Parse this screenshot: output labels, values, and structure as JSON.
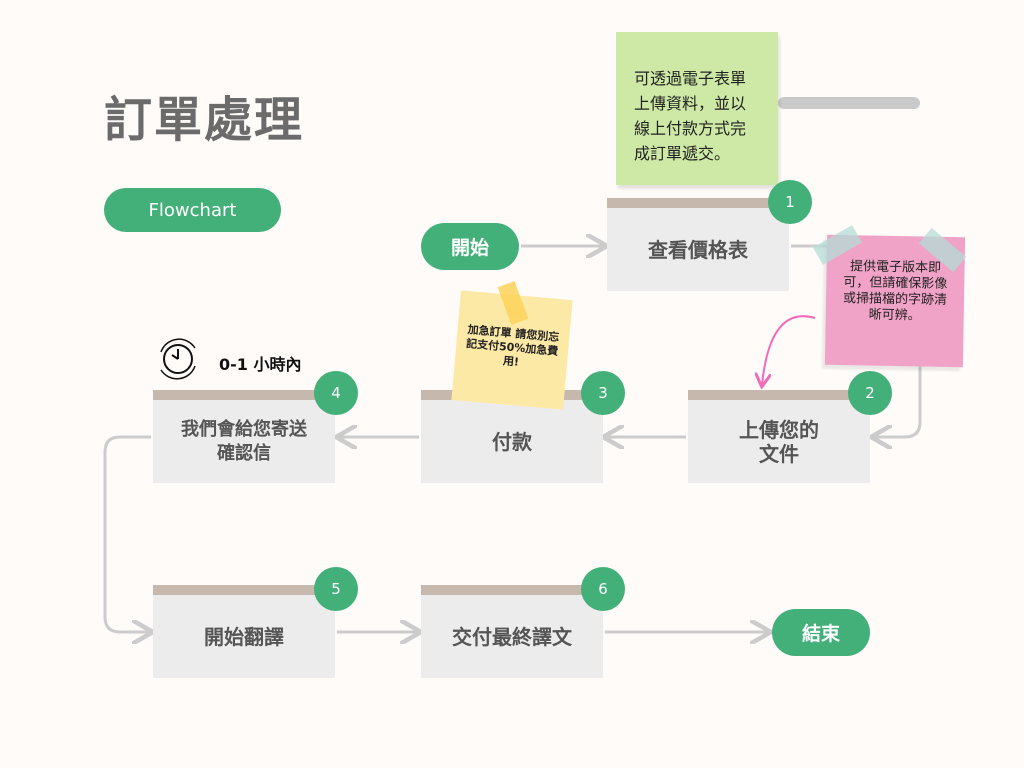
{
  "title": "訂單處理",
  "tag": "Flowchart",
  "start": "開始",
  "end": "結束",
  "steps": [
    {
      "num": "1",
      "label": "查看價格表"
    },
    {
      "num": "2",
      "label": "上傳您的\n文件"
    },
    {
      "num": "3",
      "label": "付款"
    },
    {
      "num": "4",
      "label": "我們會給您寄送\n確認信"
    },
    {
      "num": "5",
      "label": "開始翻譯"
    },
    {
      "num": "6",
      "label": "交付最終譯文"
    }
  ],
  "notes": {
    "green": "可透過電子表單上傳資料，並以線上付款方式完成訂單遞交。",
    "pink": "提供電子版本即可，但請確保影像或掃描檔的字跡清晰可辨。",
    "yellow": "加急訂單 請您別忘記支付50%加急費用!"
  },
  "time_label": "0-1 小時內",
  "colors": {
    "accent": "#43b07a",
    "pink": "#f0a3c6",
    "yellow": "#fde9a6",
    "green_note": "#cde9a5"
  }
}
